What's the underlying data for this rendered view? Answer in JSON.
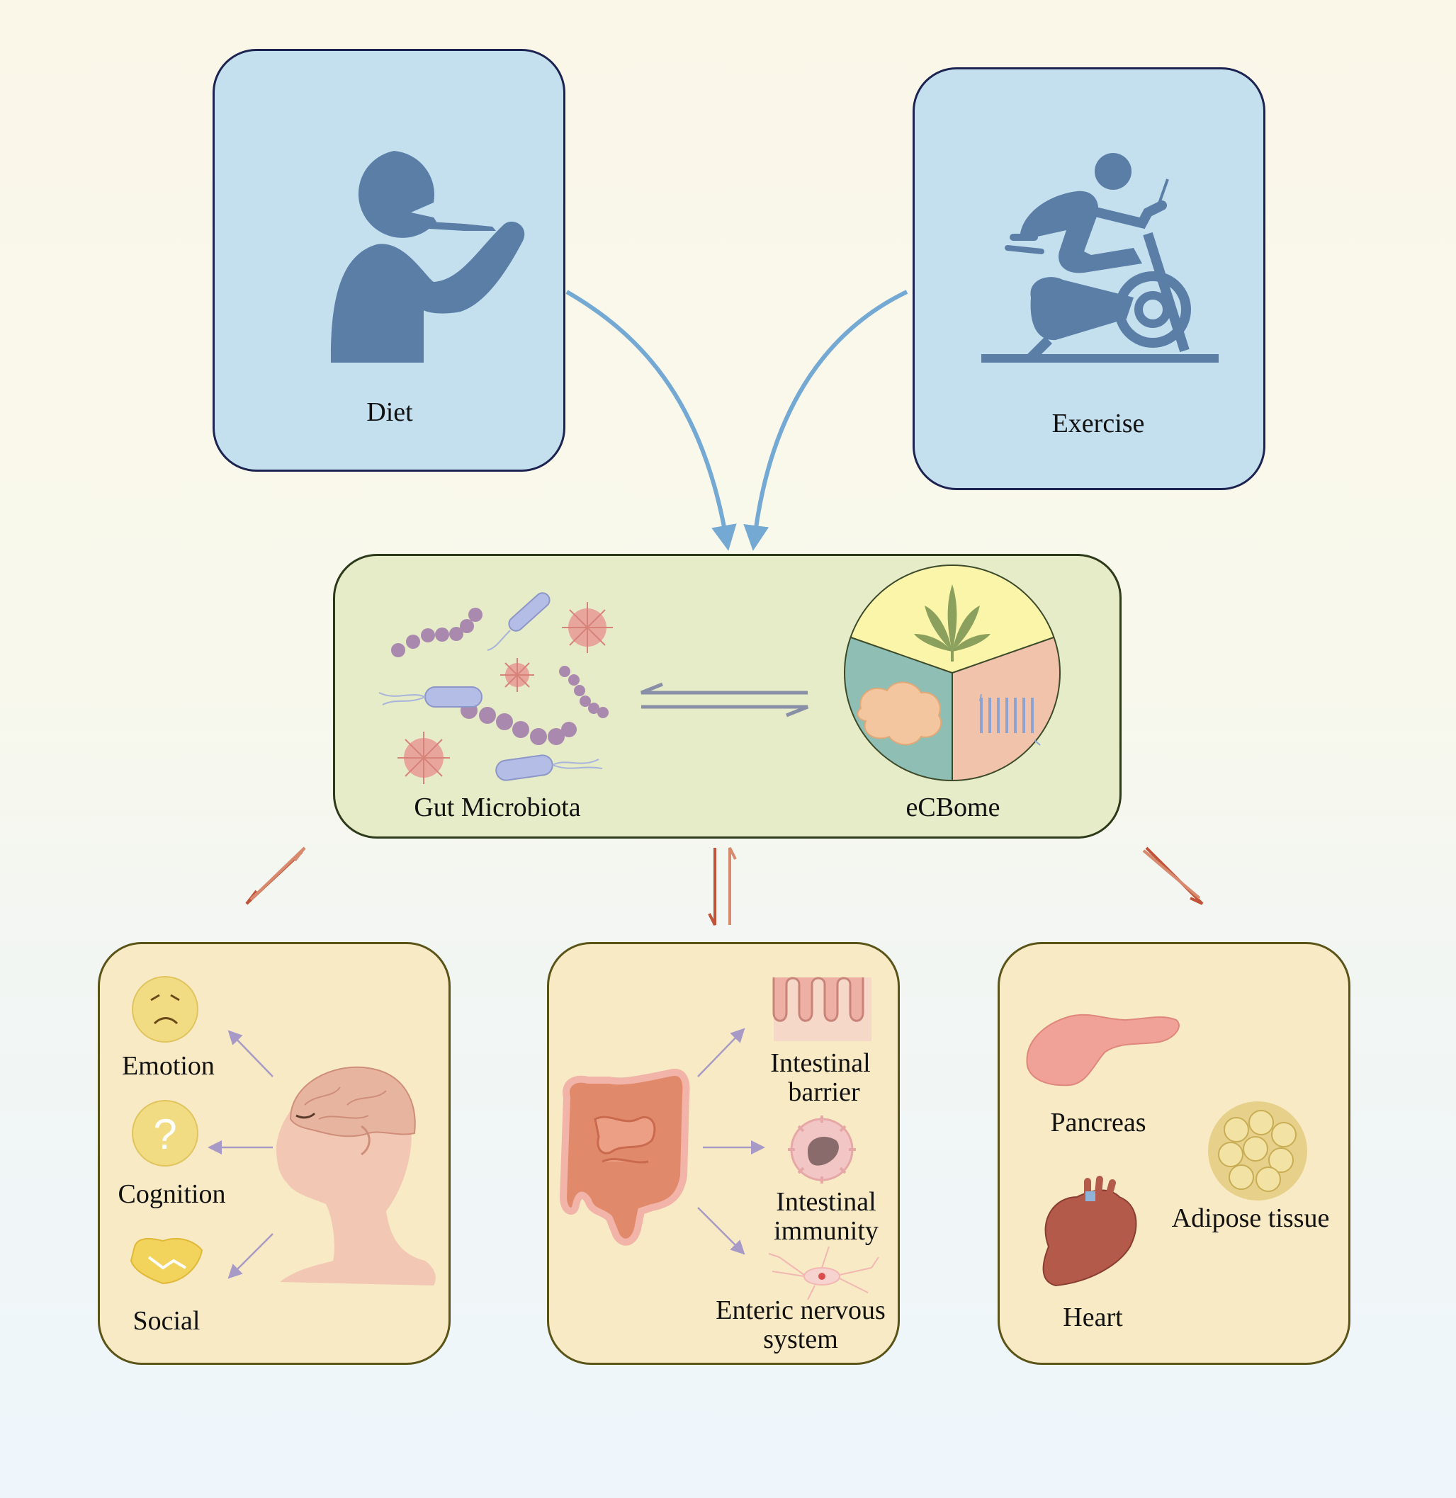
{
  "top": {
    "diet_label": "Diet",
    "exercise_label": "Exercise"
  },
  "center": {
    "microbiota_label": "Gut Microbiota",
    "ecbome_label": "eCBome"
  },
  "brain_panel": {
    "emotion_label": "Emotion",
    "cognition_label": "Cognition",
    "social_label": "Social"
  },
  "gut_panel": {
    "barrier_line1": "Intestinal",
    "barrier_line2": "barrier",
    "immunity_line1": "Intestinal",
    "immunity_line2": "immunity",
    "ens_line1": "Enteric nervous",
    "ens_line2": "system"
  },
  "organ_panel": {
    "pancreas_label": "Pancreas",
    "adipose_label": "Adipose tissue",
    "heart_label": "Heart"
  },
  "colors": {
    "top_box": "#c4e0ef",
    "center_box": "#e6ebc8",
    "bottom_box": "#f8eac4",
    "figure_blue": "#5b7ea6",
    "arrow_blue": "#74a9d4",
    "arrow_red": "#c0533a"
  },
  "icons": [
    "person-eating-icon",
    "exercise-bike-icon",
    "bacteria-cluster-icon",
    "ecbome-pie-icon",
    "cannabis-leaf-icon",
    "brain-head-icon",
    "sad-face-icon",
    "question-icon",
    "handshake-icon",
    "intestine-icon",
    "villi-icon",
    "immune-cell-icon",
    "neuron-icon",
    "pancreas-icon",
    "adipose-icon",
    "heart-icon"
  ]
}
